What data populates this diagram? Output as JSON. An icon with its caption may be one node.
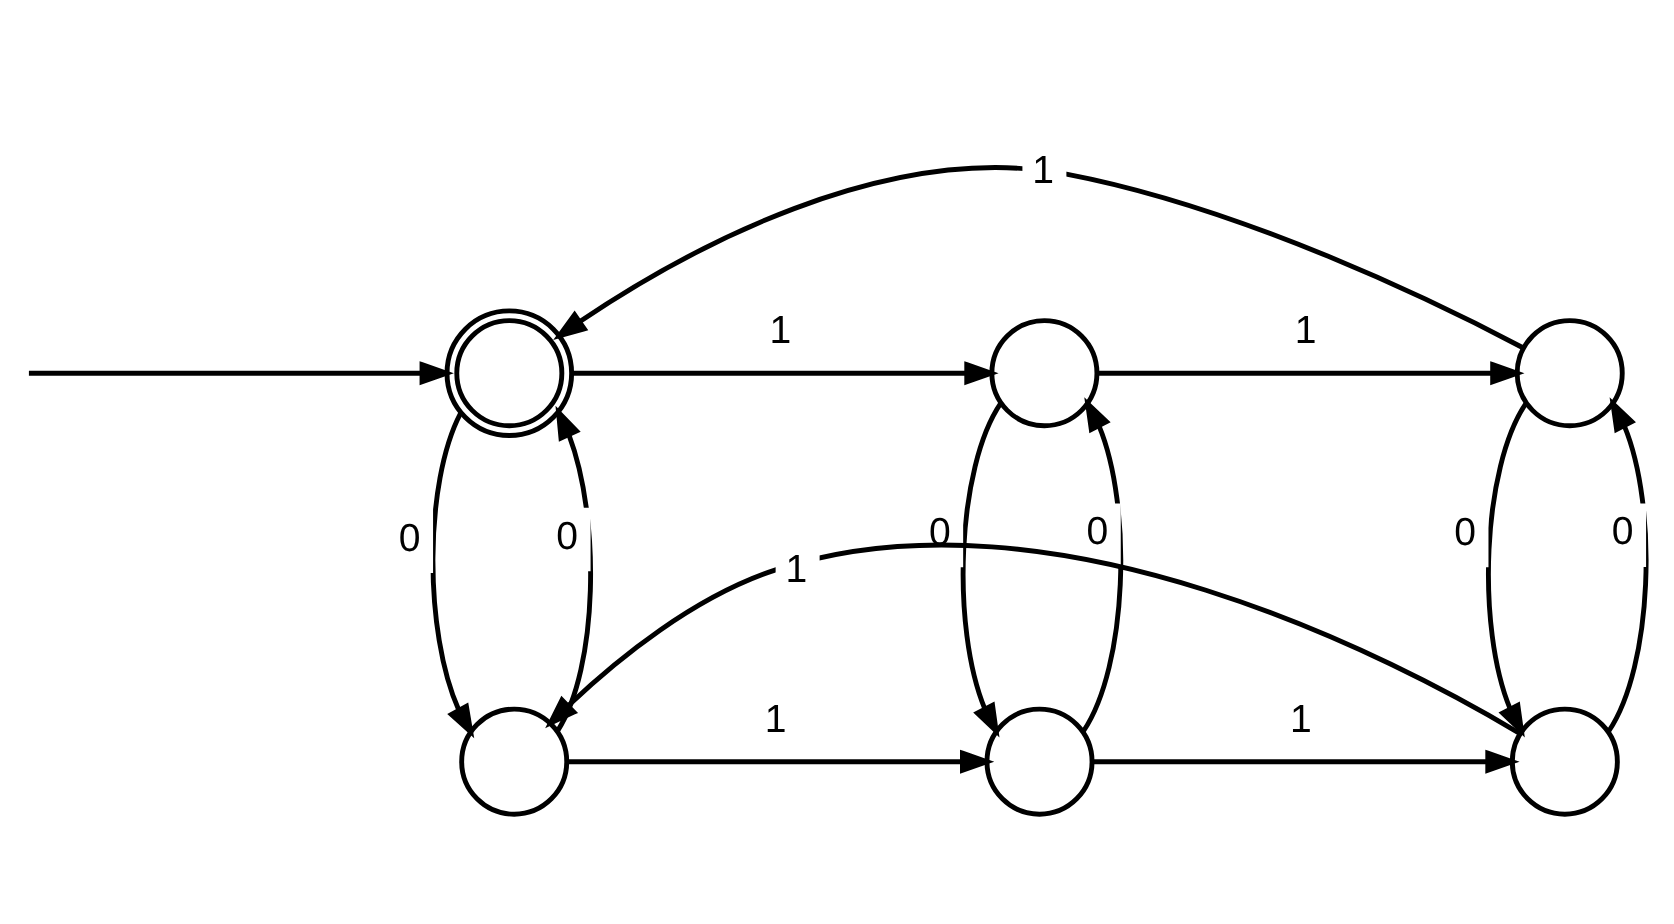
{
  "diagram": {
    "nodes": [
      {
        "text": [],
        "shape": "doublecircle"
      },
      {
        "text": [],
        "shape": "circle"
      },
      {
        "text": [],
        "shape": "circle"
      },
      {
        "text": [],
        "shape": "circle"
      },
      {
        "text": [],
        "shape": "circle"
      },
      {
        "text": [],
        "shape": "circle"
      }
    ],
    "edges": [
      {
        "from": null,
        "to": 0,
        "arrow": "to"
      },
      {
        "from": 0,
        "to": 1,
        "arrow": "to",
        "label": "1"
      },
      {
        "from": 1,
        "to": 2,
        "arrow": "to",
        "label": "1"
      },
      {
        "from": 2,
        "to": 0,
        "arrow": "to",
        "label": "1"
      },
      {
        "from": 0,
        "to": 3,
        "arrow": "to",
        "label": "0"
      },
      {
        "from": 3,
        "to": 0,
        "arrow": "to",
        "label": "0"
      },
      {
        "from": 1,
        "to": 4,
        "arrow": "to",
        "label": "0"
      },
      {
        "from": 4,
        "to": 1,
        "arrow": "to",
        "label": "0"
      },
      {
        "from": 2,
        "to": 5,
        "arrow": "to",
        "label": "0"
      },
      {
        "from": 5,
        "to": 2,
        "arrow": "to",
        "label": "0"
      },
      {
        "from": 5,
        "to": 3,
        "arrow": "to",
        "label": "1"
      },
      {
        "from": 3,
        "to": 4,
        "arrow": "to",
        "label": "1"
      },
      {
        "from": 4,
        "to": 5,
        "arrow": "to",
        "label": "1"
      }
    ]
  }
}
